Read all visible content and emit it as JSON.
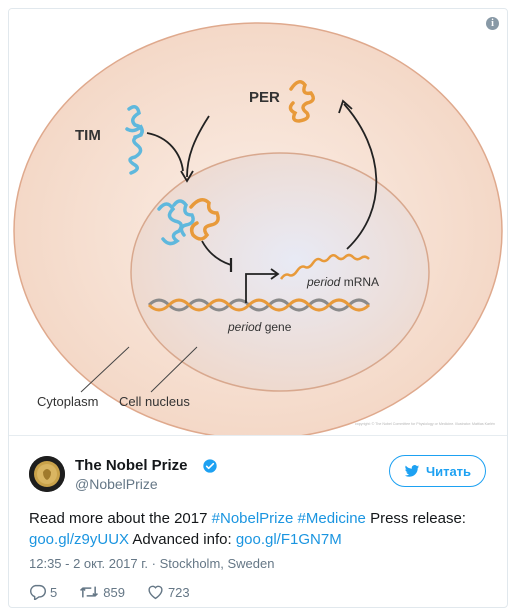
{
  "figure": {
    "labels": {
      "tim": "TIM",
      "per": "PER",
      "period_mrna_italic": "period",
      "period_mrna_rest": " mRNA",
      "period_gene_italic": "period",
      "period_gene_rest": " gene",
      "cytoplasm": "Cytoplasm",
      "cell_nucleus": "Cell nucleus"
    },
    "copyright": "copyright: © The Nobel Committee for Physiology or Medicine. Illustrator: Mattias Karlén",
    "info_icon": "i"
  },
  "tweet": {
    "author_name": "The Nobel Prize",
    "author_handle": "@NobelPrize",
    "follow_label": "Читать",
    "text_parts": {
      "t1": "Read more about the 2017 ",
      "h1": "#NobelPrize",
      "t2": " ",
      "h2": "#Medicine",
      "t3": " Press release: ",
      "l1": "goo.gl/z9yUUX",
      "t4": " Advanced info: ",
      "l2": "goo.gl/F1GN7M"
    },
    "meta": "12:35 - 2 окт. 2017 г. · Stockholm, Sweden",
    "replies": "5",
    "retweets": "859",
    "likes": "723"
  },
  "colors": {
    "accent": "#1da1f2",
    "link": "#1b95e0",
    "tim": "#5fb8dd",
    "per": "#e89a3a",
    "cell_fill": "#f7e3d7",
    "nucleus_fill": "#e9ebf3"
  }
}
